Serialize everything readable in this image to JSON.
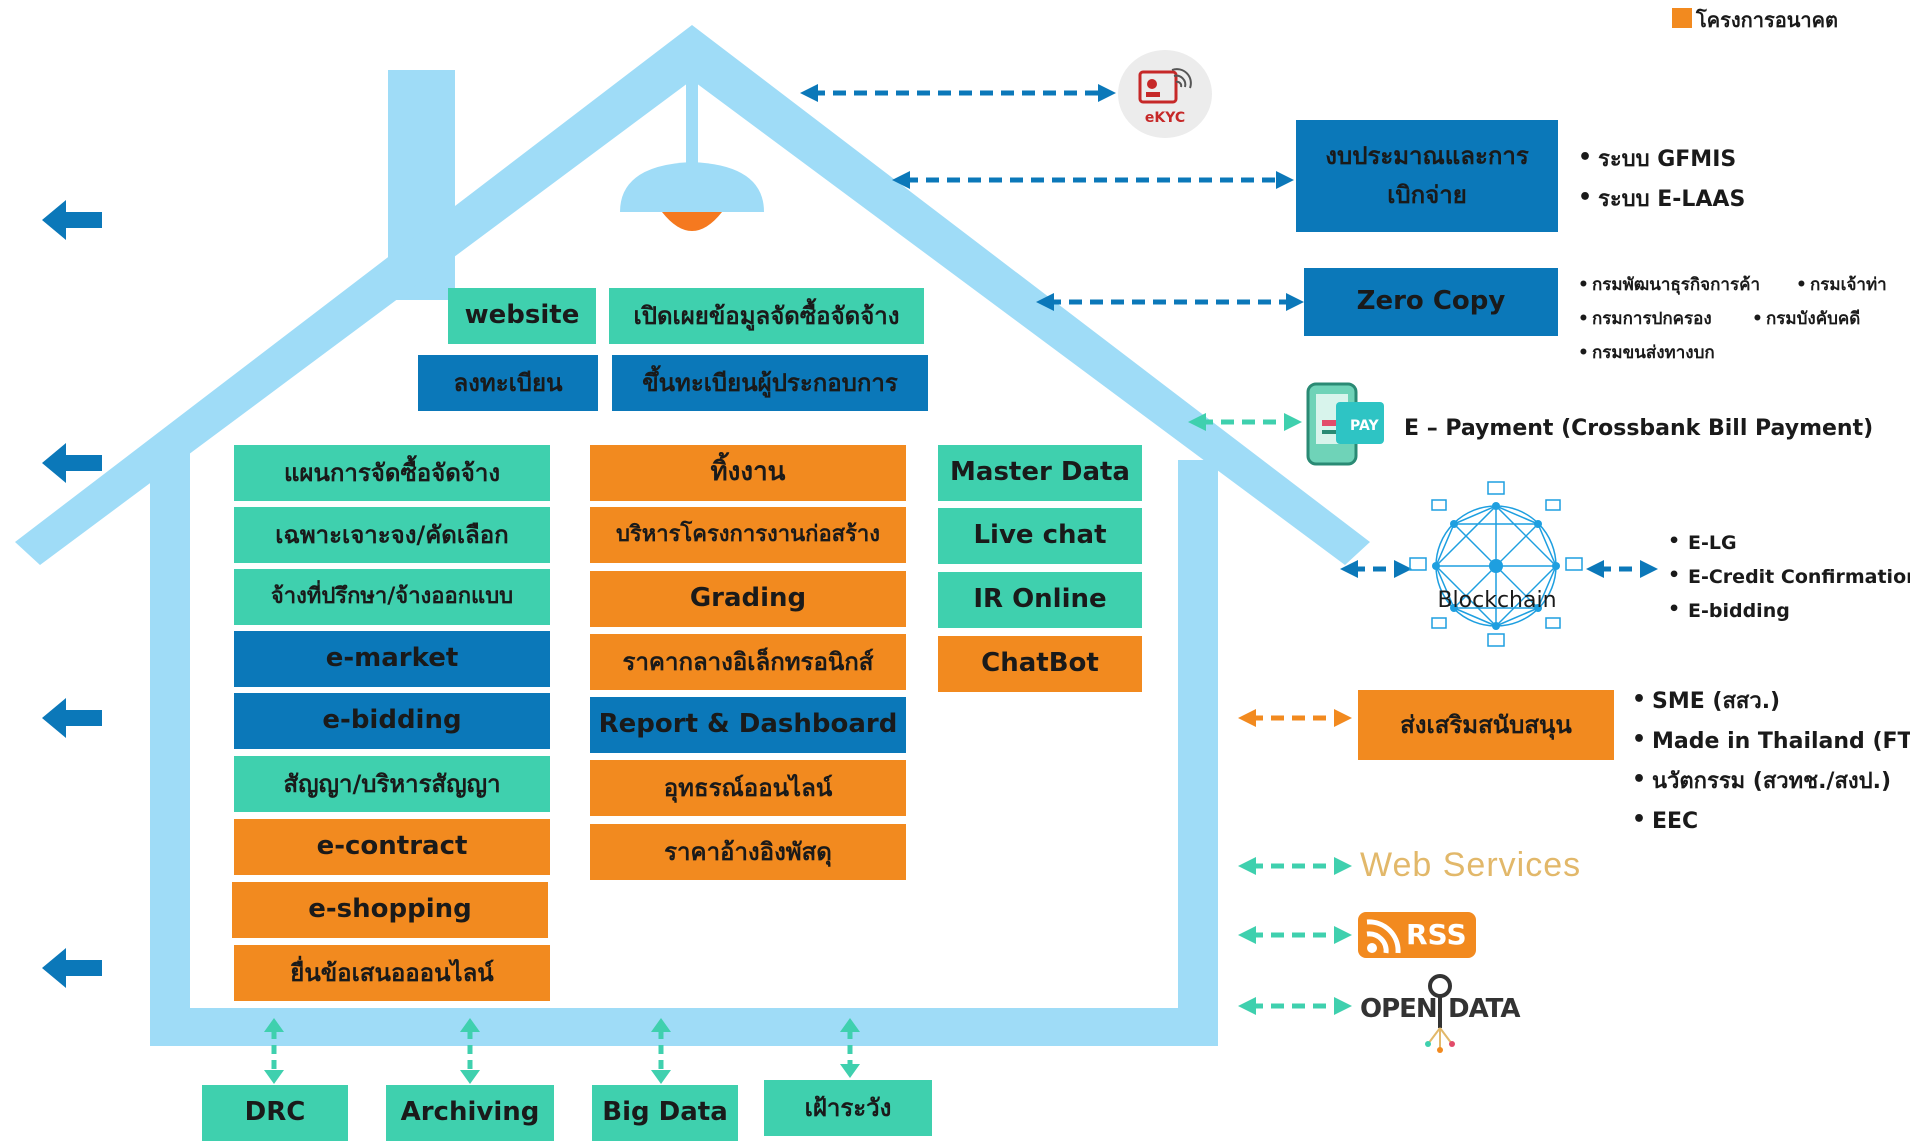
{
  "legend": {
    "future_label": "โครงการอนาคต",
    "future_color": "#f28a1f"
  },
  "roof_row": {
    "website": "website",
    "disclosure": "เปิดเผยข้อมูลจัดซื้อจัดจ้าง",
    "register": "ลงทะเบียน",
    "vendor_register": "ขึ้นทะเบียนผู้ประกอบการ"
  },
  "column1": [
    "แผนการจัดซื้อจัดจ้าง",
    "เฉพาะเจาะจง/คัดเลือก",
    "จ้างที่ปรึกษา/จ้างออกแบบ",
    "e-market",
    "e-bidding",
    "สัญญา/บริหารสัญญา",
    "e-contract",
    "e-shopping",
    "ยื่นข้อเสนอออนไลน์"
  ],
  "column2": [
    "ทิ้งงาน",
    "บริหารโครงการงานก่อสร้าง",
    "Grading",
    "ราคากลางอิเล็กทรอนิกส์",
    "Report & Dashboard",
    "อุทธรณ์ออนไลน์",
    "ราคาอ้างอิงพัสดุ"
  ],
  "column3": [
    "Master Data",
    "Live chat",
    "IR Online",
    "ChatBot"
  ],
  "foundation": [
    "DRC",
    "Archiving",
    "Big Data",
    "เฝ้าระวัง"
  ],
  "external": {
    "ekyc_label": "eKYC",
    "budget": {
      "title_line1": "งบประมาณและการ",
      "title_line2": "เบิกจ่าย",
      "items": [
        "ระบบ GFMIS",
        "ระบบ E-LAAS"
      ]
    },
    "zero_copy": {
      "title": "Zero Copy",
      "items_row1a": "กรมพัฒนาธุรกิจการค้า",
      "items_row1b": "กรมเจ้าท่า",
      "items_row2a": "กรมการปกครอง",
      "items_row2b": "กรมบังคับคดี",
      "items_row3a": "กรมขนส่งทางบก"
    },
    "payment": {
      "pay_badge": "PAY",
      "label": "E – Payment (Crossbank Bill Payment)"
    },
    "blockchain": {
      "label": "Blockchain",
      "items": [
        "E-LG",
        "E-Credit Confirmation",
        "E-bidding"
      ]
    },
    "promotion": {
      "title": "ส่งเสริมสนับสนุน",
      "items": [
        "SME (สสว.)",
        "Made in Thailand (FTI)",
        "นวัตกรรม (สวทช./สงป.)",
        "EEC"
      ]
    },
    "web_services": "Web Services",
    "rss": "RSS",
    "open_data_left": "OPEN",
    "open_data_right": "DATA"
  },
  "colors": {
    "teal": "#3fd0ae",
    "blue": "#0b78b9",
    "orange": "#f28a1f",
    "house": "#9fdcf7",
    "arrow_blue": "#0b78b9"
  }
}
